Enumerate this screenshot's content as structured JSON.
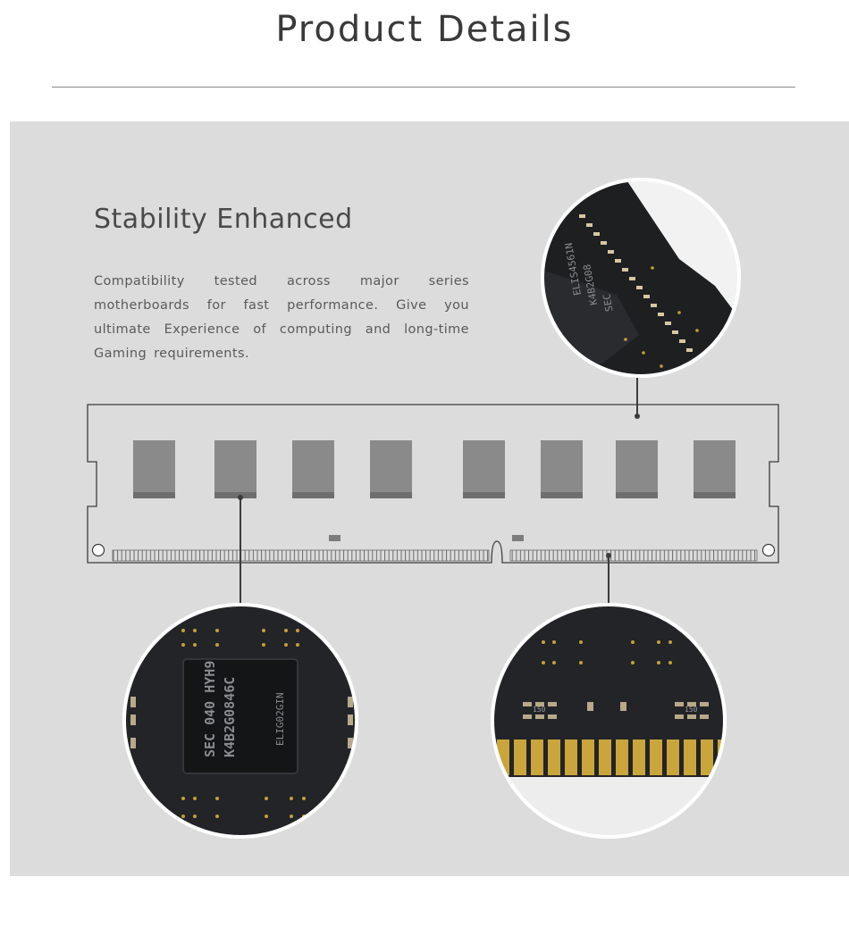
{
  "header": {
    "title": "Product Details"
  },
  "feature": {
    "heading": "Stability Enhanced",
    "body": "Compatibility tested across major series motherboards for fast performance. Give you ultimate Experience of computing and long-time Gaming requirements."
  },
  "chip_markings": {
    "top_zoom_line1": "ELIS4561N",
    "top_zoom_line2": "K4B2G08",
    "top_zoom_line3": "SEC",
    "chip_line1": "SEC 040 HYH9",
    "chip_line2": "K4B2G0846C",
    "chip_line3": "ELIG02GIN",
    "resistor_label": "150"
  },
  "colors": {
    "panel_background": "#dcdcdc",
    "title_text": "#3a3a3a",
    "pcb": "#1e1f21",
    "gold_contact": "#c9a53c"
  }
}
